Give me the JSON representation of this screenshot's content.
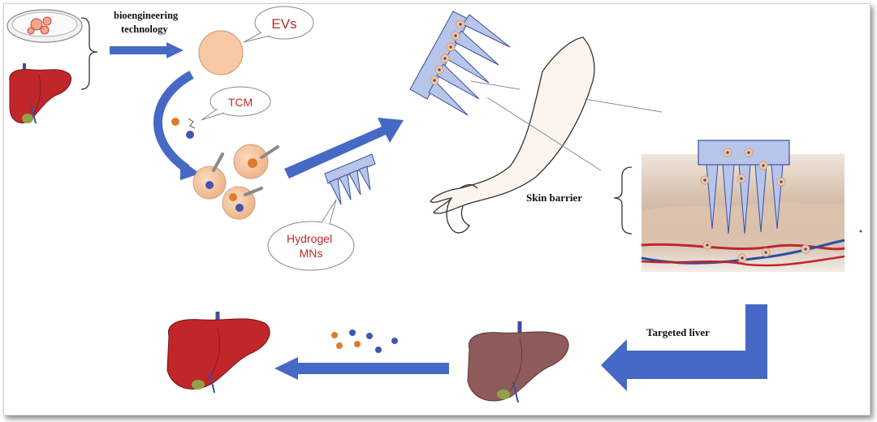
{
  "labels": {
    "bioengineering_1": "bioengineering",
    "bioengineering_2": "technology",
    "evs": "EVs",
    "tcm": "TCM",
    "hydrogel_1": "Hydrogel",
    "hydrogel_2": "MNs",
    "skin_barrier": "Skin barrier",
    "targeted_liver": "Targeted liver"
  },
  "colors": {
    "arrow_blue": "#4569c4",
    "liver_healthy": "#c0262a",
    "liver_diseased": "#8e5a5a",
    "cell_fill": "#f6c8a4",
    "orange_particle": "#e07a2c",
    "blue_particle": "#3f56b0",
    "patch_fill": "#b7c5ea",
    "callout_text": "#c0262a"
  }
}
